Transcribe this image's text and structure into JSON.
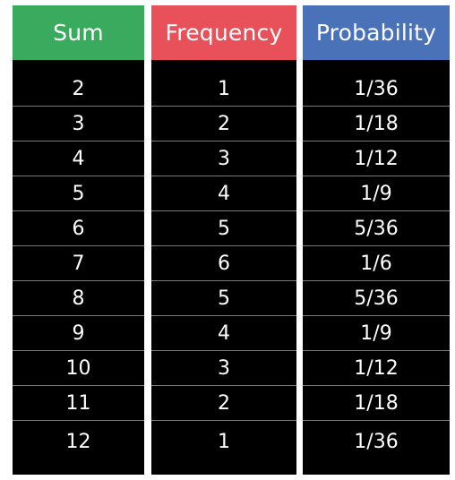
{
  "colors": {
    "sum_header": "#3aab5e",
    "frequency_header": "#e8515a",
    "probability_header": "#4a72b8",
    "cell_background": "#000000",
    "text": "#ffffff"
  },
  "headers": {
    "sum": "Sum",
    "frequency": "Frequency",
    "probability": "Probability"
  },
  "rows": [
    {
      "sum": "2",
      "frequency": "1",
      "probability": "1/36"
    },
    {
      "sum": "3",
      "frequency": "2",
      "probability": "1/18"
    },
    {
      "sum": "4",
      "frequency": "3",
      "probability": "1/12"
    },
    {
      "sum": "5",
      "frequency": "4",
      "probability": "1/9"
    },
    {
      "sum": "6",
      "frequency": "5",
      "probability": "5/36"
    },
    {
      "sum": "7",
      "frequency": "6",
      "probability": "1/6"
    },
    {
      "sum": "8",
      "frequency": "5",
      "probability": "5/36"
    },
    {
      "sum": "9",
      "frequency": "4",
      "probability": "1/9"
    },
    {
      "sum": "10",
      "frequency": "3",
      "probability": "1/12"
    },
    {
      "sum": "11",
      "frequency": "2",
      "probability": "1/18"
    },
    {
      "sum": "12",
      "frequency": "1",
      "probability": "1/36"
    }
  ]
}
